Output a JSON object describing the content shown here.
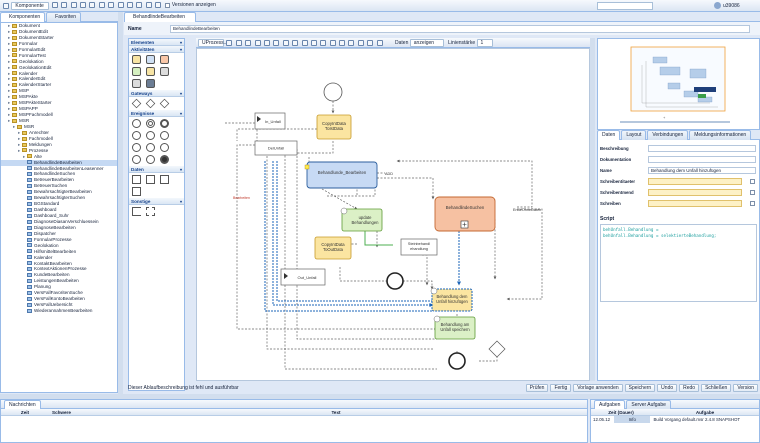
{
  "top_tabs": [
    "Komponenten",
    "Favoriten"
  ],
  "toolbar": {
    "selector": "Komponente",
    "checkbox_label": "Versionen anzeigen",
    "user": "u39086"
  },
  "tree": {
    "items": [
      {
        "label": "Dokument",
        "depth": 1,
        "type": "folder"
      },
      {
        "label": "DokumentEdit",
        "depth": 1,
        "type": "folder"
      },
      {
        "label": "DokumentStarter",
        "depth": 1,
        "type": "folder"
      },
      {
        "label": "Formular",
        "depth": 1,
        "type": "folder"
      },
      {
        "label": "FormularEdit",
        "depth": 1,
        "type": "folder"
      },
      {
        "label": "FormularTest",
        "depth": 1,
        "type": "folder"
      },
      {
        "label": "Geolokation",
        "depth": 1,
        "type": "folder"
      },
      {
        "label": "GeolokationEdit",
        "depth": 1,
        "type": "folder"
      },
      {
        "label": "Kalender",
        "depth": 1,
        "type": "folder"
      },
      {
        "label": "KalenderEdit",
        "depth": 1,
        "type": "folder"
      },
      {
        "label": "KalenderStarter",
        "depth": 1,
        "type": "folder"
      },
      {
        "label": "MSP",
        "depth": 1,
        "type": "folder"
      },
      {
        "label": "MSPAkte",
        "depth": 1,
        "type": "folder"
      },
      {
        "label": "MSPAkteStarter",
        "depth": 1,
        "type": "folder"
      },
      {
        "label": "MSPAPP",
        "depth": 1,
        "type": "folder"
      },
      {
        "label": "MSPFachmodell",
        "depth": 1,
        "type": "folder"
      },
      {
        "label": "MSR",
        "depth": 1,
        "type": "folder"
      },
      {
        "label": "MSR",
        "depth": 2,
        "type": "folder"
      },
      {
        "label": "Anrechter",
        "depth": 3,
        "type": "folder"
      },
      {
        "label": "Fachmodell",
        "depth": 3,
        "type": "folder"
      },
      {
        "label": "Meldungen",
        "depth": 3,
        "type": "folder"
      },
      {
        "label": "Prozesse",
        "depth": 3,
        "type": "folder"
      },
      {
        "label": "Alte",
        "depth": 4,
        "type": "folder"
      },
      {
        "label": "BehandlindeBearbeiten",
        "depth": 4,
        "type": "doc",
        "selected": true
      },
      {
        "label": "BehandlindeBearbeitenLeasenner",
        "depth": 4,
        "type": "doc"
      },
      {
        "label": "BehandlindeSuchen",
        "depth": 4,
        "type": "doc"
      },
      {
        "label": "BetreuerBearbeiten",
        "depth": 4,
        "type": "doc"
      },
      {
        "label": "BetreuerSuchen",
        "depth": 4,
        "type": "doc"
      },
      {
        "label": "BewahrsachtigterBearbeiten",
        "depth": 4,
        "type": "doc"
      },
      {
        "label": "BewahrsachtigterSuchen",
        "depth": 4,
        "type": "doc"
      },
      {
        "label": "BGStandard",
        "depth": 4,
        "type": "doc"
      },
      {
        "label": "Dashboard",
        "depth": 4,
        "type": "doc"
      },
      {
        "label": "Dashboard_Suhr",
        "depth": 4,
        "type": "doc"
      },
      {
        "label": "DiagnoseDiasanVerschluessein",
        "depth": 4,
        "type": "doc"
      },
      {
        "label": "DiagnoseBearbeiten",
        "depth": 4,
        "type": "doc"
      },
      {
        "label": "Dispatcher",
        "depth": 4,
        "type": "doc"
      },
      {
        "label": "FormularProzesse",
        "depth": 4,
        "type": "doc"
      },
      {
        "label": "Geolokation",
        "depth": 4,
        "type": "doc"
      },
      {
        "label": "HilfsmittelBearbeiten",
        "depth": 4,
        "type": "doc"
      },
      {
        "label": "Kalender",
        "depth": 4,
        "type": "doc"
      },
      {
        "label": "KontaktBearbeiten",
        "depth": 4,
        "type": "doc"
      },
      {
        "label": "KontextAktionenProzesse",
        "depth": 4,
        "type": "doc"
      },
      {
        "label": "KundeBearbeiten",
        "depth": 4,
        "type": "doc"
      },
      {
        "label": "LeistungenBearbeiten",
        "depth": 4,
        "type": "doc"
      },
      {
        "label": "Planung",
        "depth": 4,
        "type": "doc"
      },
      {
        "label": "VersFallFavoritenSuche",
        "depth": 4,
        "type": "doc"
      },
      {
        "label": "VersFallKontoBearbeiten",
        "depth": 4,
        "type": "doc"
      },
      {
        "label": "VersFallUebersicht",
        "depth": 4,
        "type": "doc"
      },
      {
        "label": "WiederannahmenBearbeiten",
        "depth": 4,
        "type": "doc"
      }
    ]
  },
  "editor": {
    "tab": "BehandlindeBearbeiten",
    "name_label": "Name",
    "name_value": "BehandlindeBearbeiten",
    "process_select": "UProzess...",
    "daten_label": "Daten",
    "daten_value": "anzeigen",
    "linienstaerke_label": "Linienstärke",
    "linienstaerke_value": "1",
    "status_text": "Dieser Ablaufbeschreibung ist fehl und ausführbar"
  },
  "palette": {
    "sections": [
      "Elementen",
      "Aktivitäten",
      "Gateways",
      "Ereignisse",
      "Daten",
      "Sonstige"
    ],
    "header": "Elementen"
  },
  "diagram": {
    "labels": {
      "copy1": "CopyIntData\nToIstData",
      "beh_bearbeiten": "Behandlunde_Bearbeiten",
      "updateBeh": "update\nBehandlungen",
      "copy2": "CopyIntData\nToOutData",
      "beh_suchen": "BehandlindeSuchen",
      "in_unfall": "In_Unfall",
      "del_unfall": "DelUnfall",
      "out_unfall": "Out_Unfall",
      "steinbehandlung": "Steinbehandl\nehandlung",
      "hinzufuegen": "Behandlung dem\nUnfall hinzufügen",
      "speichern": "Behandlung am\nUnfall speichern",
      "add": "ADD",
      "ende_ohne": "EndeOhneDaten",
      "bearbeiten_rot": "Bearbeiten"
    }
  },
  "props": {
    "tabs": [
      "Daten",
      "Layout",
      "Verbindungen",
      "Meldungsinformationen"
    ],
    "rows": [
      {
        "label": "Beschreibung",
        "value": "",
        "req": false,
        "chk": false
      },
      {
        "label": "Dokumentation",
        "value": "",
        "req": false,
        "chk": false
      },
      {
        "label": "Name",
        "value": "Behandlung dem Unfall hinzufügen",
        "req": false,
        "chk": false
      },
      {
        "label": "Schreibentitaeter",
        "value": "",
        "req": true,
        "chk": true
      },
      {
        "label": "Schreibentmend",
        "value": "",
        "req": true,
        "chk": true
      },
      {
        "label": "Schreiben",
        "value": "",
        "req": true,
        "chk": true
      }
    ],
    "script_label": "Script",
    "script_lines": [
      "behUnfall.Behandlung =",
      "behUnfall.Behandlung = selektierteBehandlung;"
    ]
  },
  "editor_footer": {
    "buttons": [
      "Prüfen",
      "Fertig",
      "Vorlage anwenden",
      "Speichern",
      "Undo",
      "Redo",
      "Schließen",
      "Version"
    ]
  },
  "bottom": {
    "left_tab": "Nachrichten",
    "left_cols": [
      "Zeit",
      "Schwere",
      "Text"
    ],
    "right_tabs": [
      "Aufgaben",
      "Server Aufgabe"
    ],
    "right_cols": [
      "Zeit (Dauer)",
      "Aufgabe"
    ],
    "right_row_time": "12.05.12",
    "right_row_status": "Info",
    "right_row_text": "Build Vorgang default.msr 2.4.8 SNAPSHOT"
  }
}
